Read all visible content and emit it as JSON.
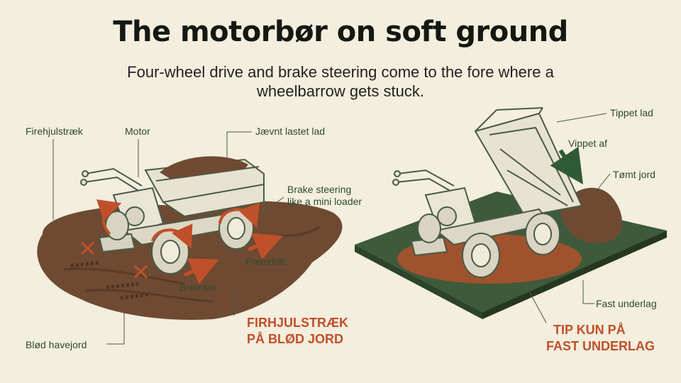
{
  "title": "The motorbør on soft ground",
  "subtitle": "Four-wheel drive and brake steering come to the fore where a wheelbarrow gets stuck.",
  "left_panel": {
    "label_firehjul": "Firehjulstræk",
    "label_motor": "Motor",
    "label_lad": "Jævnt lastet lad",
    "label_brake_steering_1": "Brake steering",
    "label_brake_steering_2": "like a mini loader",
    "label_fremdrift": "Fremdrift",
    "label_bremser": "Bremser",
    "label_ground": "Blød havejord",
    "emphasis_1": "FIRHJULSTRÆK",
    "emphasis_2": "PÅ BLØD JORD"
  },
  "right_panel": {
    "label_tippet": "Tippet lad",
    "label_vippet": "Vippet af",
    "label_tomt": "Tømt jord",
    "label_fast": "Fast underlag",
    "emphasis_1": "TIP KUN PÅ",
    "emphasis_2": "FAST UNDERLAG"
  },
  "colors": {
    "background": "#f3eedd",
    "soil": "#6e4a32",
    "platform_green": "#3d5a3a",
    "accent_orange": "#c0502a",
    "line_art": "#4a5a48"
  }
}
